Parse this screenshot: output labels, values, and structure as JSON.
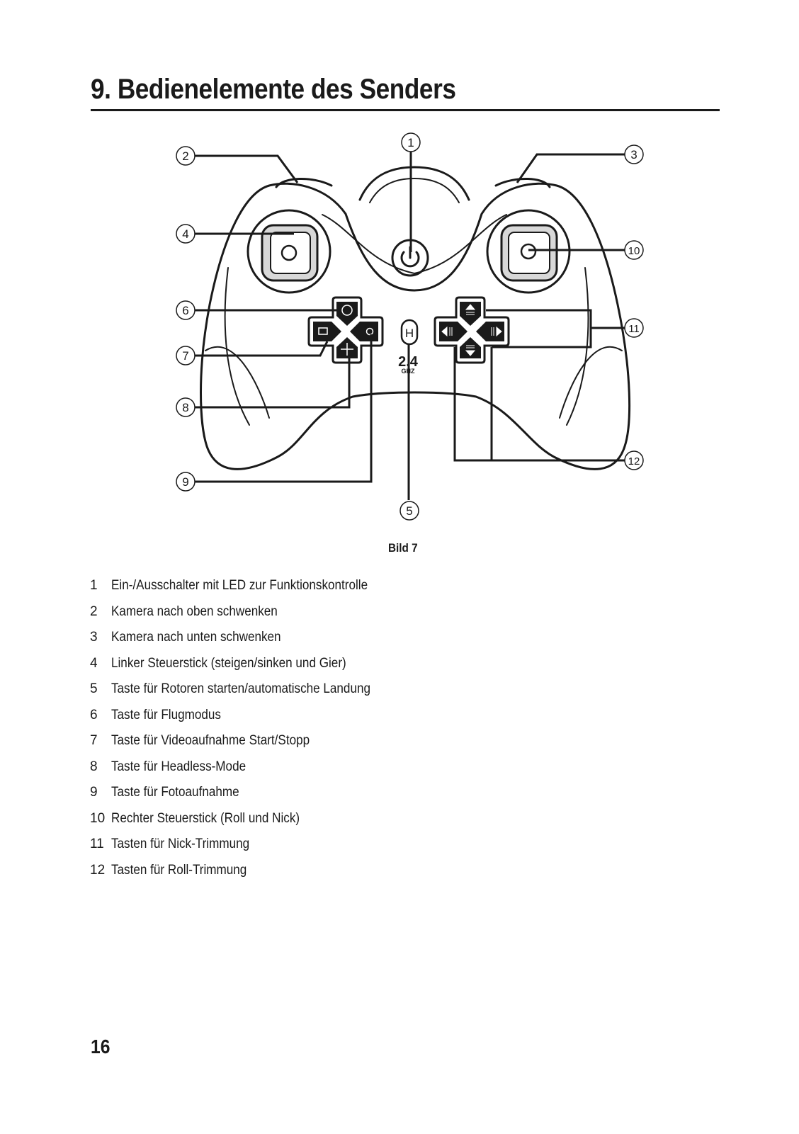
{
  "page": {
    "title": "9. Bedienelemente des Senders",
    "figure_caption": "Bild 7",
    "page_number": "16"
  },
  "figure": {
    "callouts": [
      "1",
      "2",
      "3",
      "4",
      "5",
      "6",
      "7",
      "8",
      "9",
      "10",
      "11",
      "12"
    ],
    "center_button": "H",
    "frequency_badge": [
      "2.4",
      "GHZ"
    ]
  },
  "legend": [
    {
      "num": "1",
      "text": "Ein-/Ausschalter mit LED zur Funktionskontrolle"
    },
    {
      "num": "2",
      "text": "Kamera nach oben schwenken"
    },
    {
      "num": "3",
      "text": "Kamera nach unten schwenken"
    },
    {
      "num": "4",
      "text": "Linker Steuerstick (steigen/sinken und Gier)"
    },
    {
      "num": "5",
      "text": "Taste für Rotoren starten/automatische Landung"
    },
    {
      "num": "6",
      "text": "Taste für Flugmodus"
    },
    {
      "num": "7",
      "text": "Taste für Videoaufnahme Start/Stopp"
    },
    {
      "num": "8",
      "text": "Taste für Headless-Mode"
    },
    {
      "num": "9",
      "text": "Taste für Fotoaufnahme"
    },
    {
      "num": "10",
      "text": "Rechter Steuerstick (Roll und Nick)"
    },
    {
      "num": "11",
      "text": "Tasten für Nick-Trimmung"
    },
    {
      "num": "12",
      "text": "Tasten für Roll-Trimmung"
    }
  ]
}
